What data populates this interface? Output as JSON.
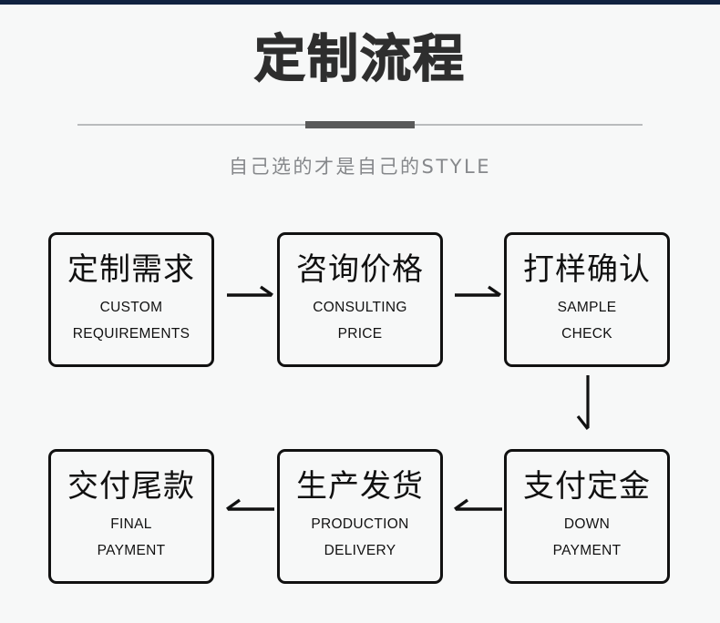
{
  "page": {
    "background_color": "#f7f8f8",
    "accent_bar_color": "#112240"
  },
  "header": {
    "title": "定制流程",
    "subtitle": "自己选的才是自己的STYLE",
    "divider_color": "#b9bbbd",
    "divider_center_color": "#5a5a5a",
    "title_color": "#2e2e2e",
    "subtitle_color": "#86888b"
  },
  "flow": {
    "box_border_color": "#111111",
    "steps": [
      {
        "order": 1,
        "cn": "定制需求",
        "en_line1": "CUSTOM",
        "en_line2": "REQUIREMENTS"
      },
      {
        "order": 2,
        "cn": "咨询价格",
        "en_line1": "CONSULTING",
        "en_line2": "PRICE"
      },
      {
        "order": 3,
        "cn": "打样确认",
        "en_line1": "SAMPLE",
        "en_line2": "CHECK"
      },
      {
        "order": 4,
        "cn": "支付定金",
        "en_line1": "DOWN",
        "en_line2": "PAYMENT"
      },
      {
        "order": 5,
        "cn": "生产发货",
        "en_line1": "PRODUCTION",
        "en_line2": "DELIVERY"
      },
      {
        "order": 6,
        "cn": "交付尾款",
        "en_line1": "FINAL",
        "en_line2": "PAYMENT"
      }
    ],
    "connectors": [
      {
        "name": "arrow-right-1",
        "direction": "right",
        "from": 1,
        "to": 2
      },
      {
        "name": "arrow-right-2",
        "direction": "right",
        "from": 2,
        "to": 3
      },
      {
        "name": "arrow-down-1",
        "direction": "down",
        "from": 3,
        "to": 4
      },
      {
        "name": "arrow-left-1",
        "direction": "left",
        "from": 4,
        "to": 5
      },
      {
        "name": "arrow-left-2",
        "direction": "left",
        "from": 5,
        "to": 6
      }
    ]
  }
}
